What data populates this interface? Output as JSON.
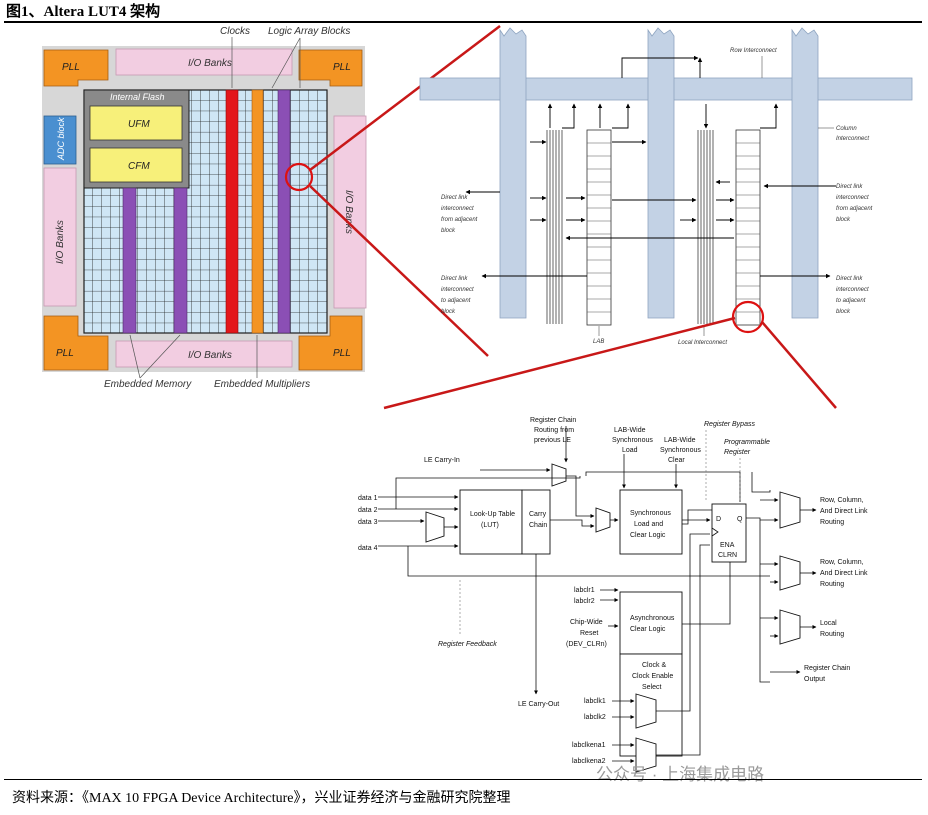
{
  "figure_title": "图1、Altera LUT4 架构",
  "source_note": "资料来源：《MAX 10 FPGA Device Architecture》，兴业证券经济与金融研究院整理",
  "watermark": "公众号 · 上海集成电路",
  "chip": {
    "pll": "PLL",
    "io_banks": "I/O Banks",
    "adc_block": "ADC block",
    "internal_flash": "Internal Flash",
    "ufm": "UFM",
    "cfm": "CFM",
    "clocks": "Clocks",
    "logic_array_blocks": "Logic Array Blocks",
    "embedded_memory": "Embedded Memory",
    "embedded_multipliers": "Embedded Multipliers"
  },
  "interconnect": {
    "row_interconnect": "Row Interconnect",
    "column_interconnect": [
      "Column",
      "Interconnect"
    ],
    "direct_link_from": [
      "Direct link",
      "interconnect",
      "from adjacent",
      "block"
    ],
    "direct_link_to": [
      "Direct link",
      "interconnect",
      "to adjacent",
      "block"
    ],
    "lab": "LAB",
    "local_interconnect": "Local Interconnect"
  },
  "le": {
    "register_chain_routing": [
      "Register Chain",
      "Routing from",
      "previous LE"
    ],
    "lab_wide_sync_load": [
      "LAB-Wide",
      "Synchronous",
      "Load"
    ],
    "lab_wide_sync_clear": [
      "LAB-Wide",
      "Synchronous",
      "Clear"
    ],
    "register_bypass": "Register Bypass",
    "programmable_register": [
      "Programmable",
      "Register"
    ],
    "le_carry_in": "LE Carry-In",
    "data_inputs": [
      "data 1",
      "data 2",
      "data 3",
      "data 4"
    ],
    "lut": [
      "Look-Up Table",
      "(LUT)"
    ],
    "carry_chain": [
      "Carry",
      "Chain"
    ],
    "sync_load_clear": [
      "Synchronous",
      "Load and",
      "Clear Logic"
    ],
    "ff_d": "D",
    "ff_q": "Q",
    "ff_ena": "ENA",
    "ff_clrn": "CLRN",
    "outputs": [
      [
        "Row, Column,",
        "And Direct Link",
        "Routing"
      ],
      [
        "Row, Column,",
        "And Direct Link",
        "Routing"
      ],
      [
        "Local",
        "Routing"
      ],
      [
        "Register Chain",
        "Output"
      ]
    ],
    "labclr": [
      "labclr1",
      "labclr2"
    ],
    "chip_wide_reset": [
      "Chip-Wide",
      "Reset",
      "(DEV_CLRn)"
    ],
    "async_clear": [
      "Asynchronous",
      "Clear Logic"
    ],
    "clock_enable": [
      "Clock &",
      "Clock Enable",
      "Select"
    ],
    "labclk": [
      "labclk1",
      "labclk2"
    ],
    "labclkena": [
      "labclkena1",
      "labclkena2"
    ],
    "register_feedback": "Register Feedback",
    "le_carry_out": "LE Carry-Out"
  }
}
